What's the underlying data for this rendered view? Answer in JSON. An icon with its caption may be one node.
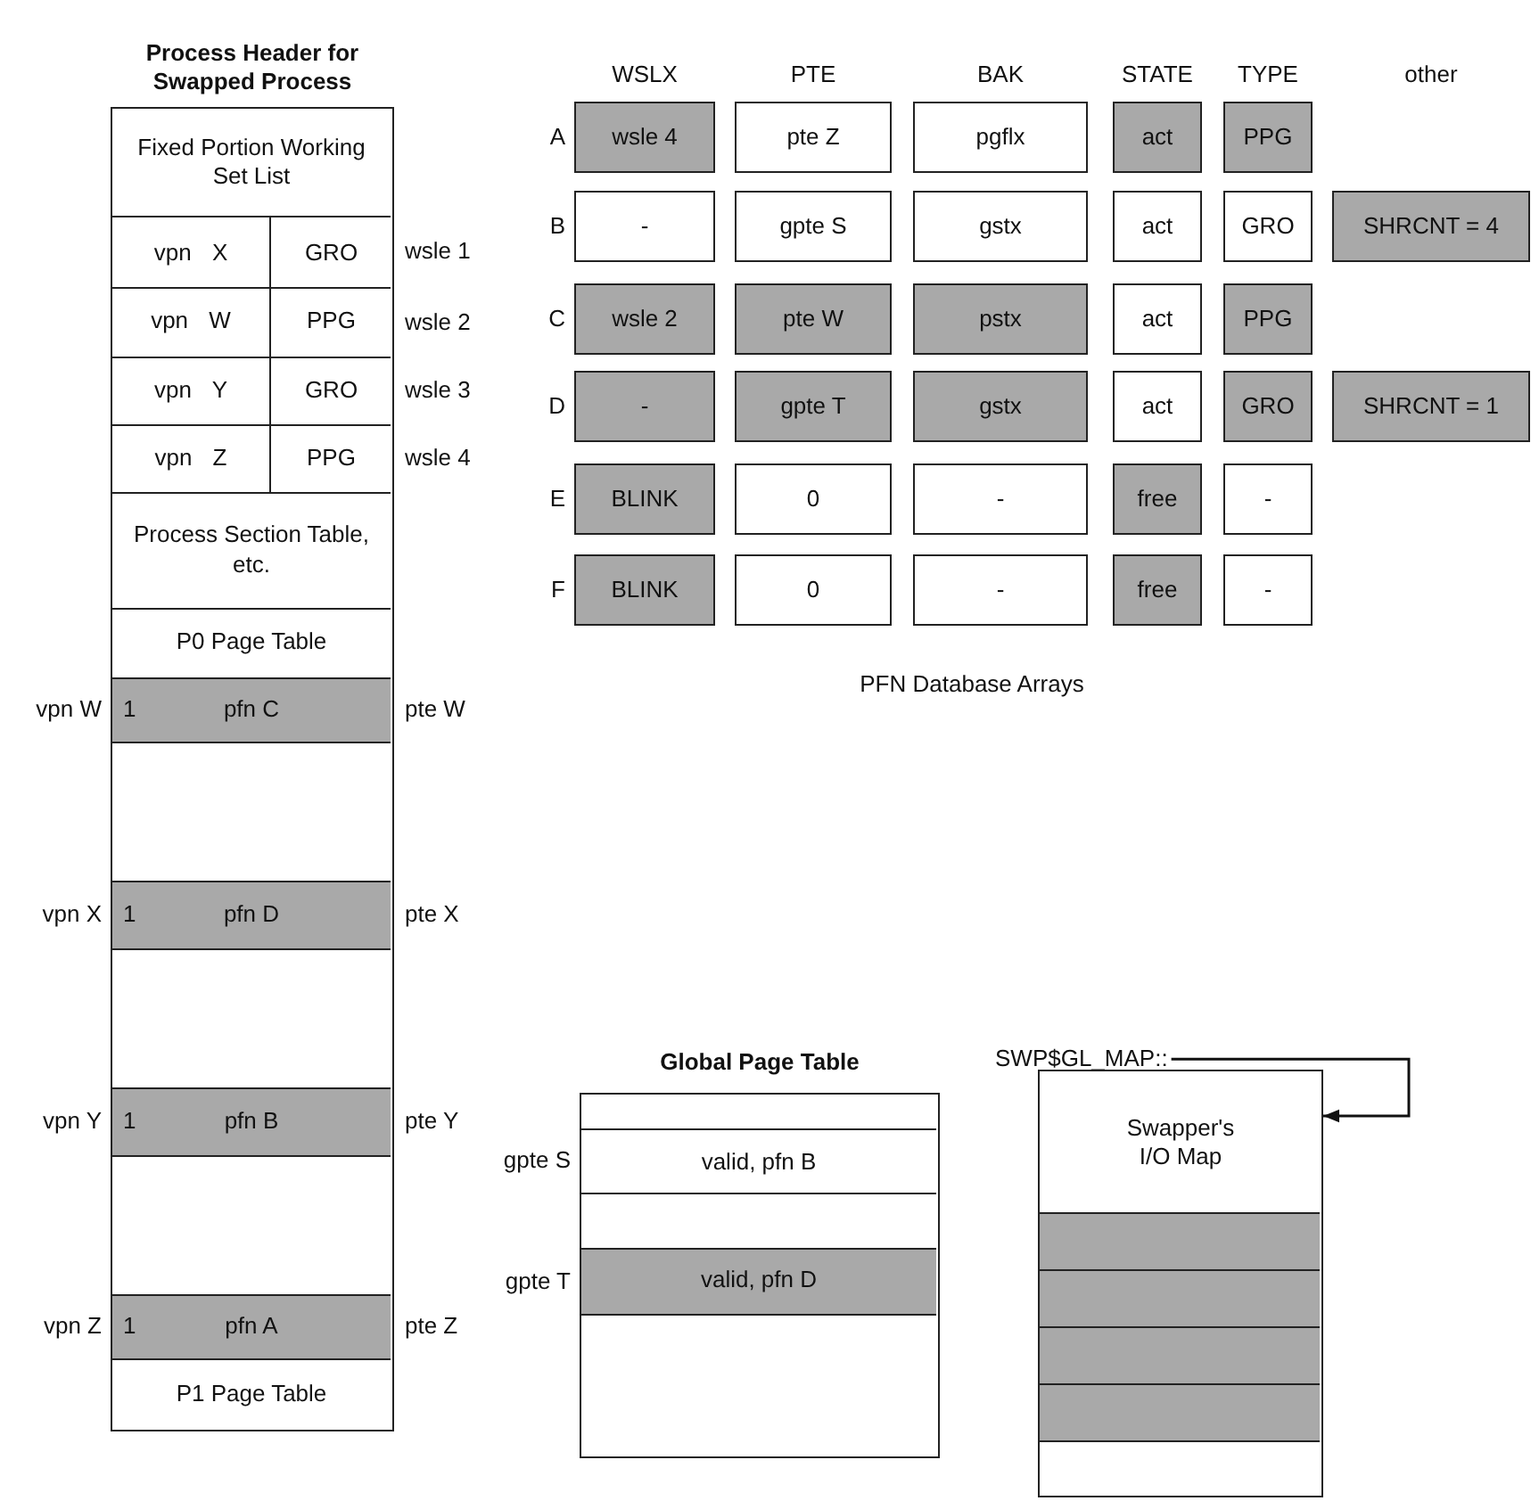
{
  "diagram": {
    "nodes": [
      {
        "text": [
          "Process Header for Swapped Process"
        ]
      },
      {
        "text": [
          "Fixed Portion Working Set List"
        ],
        "in": 0
      },
      {
        "text": [
          "vpn X",
          "GRO"
        ],
        "beside": [
          "wsle 1"
        ],
        "in": 0
      },
      {
        "text": [
          "vpn W",
          "PPG"
        ],
        "beside": [
          "wsle 2"
        ],
        "in": 0
      },
      {
        "text": [
          "vpn Y",
          "GRO"
        ],
        "beside": [
          "wsle 3"
        ],
        "in": 0
      },
      {
        "text": [
          "vpn Z",
          "PPG"
        ],
        "beside": [
          "wsle 4"
        ],
        "in": 0
      },
      {
        "text": [
          "Process Section Table, etc."
        ],
        "in": 0
      },
      {
        "text": [
          "P0 Page Table"
        ],
        "in": 0
      },
      {
        "text": [
          "1",
          "pfn C"
        ],
        "beside": [
          "vpn W",
          "pte W"
        ],
        "in": 0
      },
      {
        "text": [],
        "shape": "box",
        "in": 0
      },
      {
        "text": [
          "1",
          "pfn D"
        ],
        "beside": [
          "vpn X",
          "pte X"
        ],
        "in": 0
      },
      {
        "text": [],
        "shape": "box",
        "in": 0
      },
      {
        "text": [
          "1",
          "pfn B"
        ],
        "beside": [
          "vpn Y",
          "pte Y"
        ],
        "in": 0
      },
      {
        "text": [],
        "shape": "box",
        "in": 0
      },
      {
        "text": [
          "1",
          "pfn A"
        ],
        "beside": [
          "vpn Z",
          "pte Z"
        ],
        "in": 0
      },
      {
        "text": [
          "P1 Page Table"
        ],
        "in": 0
      },
      {
        "text": [
          "wsle 4"
        ],
        "beside": [
          "A"
        ]
      },
      {
        "text": [
          "pte Z"
        ]
      },
      {
        "text": [
          "pgflx"
        ]
      },
      {
        "text": [
          "act"
        ]
      },
      {
        "text": [
          "PPG"
        ]
      },
      {
        "text": [
          "-"
        ],
        "beside": [
          "B"
        ]
      },
      {
        "text": [
          "gpte S"
        ]
      },
      {
        "text": [
          "gstx"
        ]
      },
      {
        "text": [
          "act"
        ]
      },
      {
        "text": [
          "GRO"
        ]
      },
      {
        "text": [
          "SHRCNT = 4"
        ]
      },
      {
        "text": [
          "wsle 2"
        ],
        "beside": [
          "C"
        ]
      },
      {
        "text": [
          "pte W"
        ]
      },
      {
        "text": [
          "pstx"
        ]
      },
      {
        "text": [
          "act"
        ]
      },
      {
        "text": [
          "PPG"
        ]
      },
      {
        "text": [
          "-"
        ],
        "beside": [
          "D"
        ]
      },
      {
        "text": [
          "gpte T"
        ]
      },
      {
        "text": [
          "gstx"
        ]
      },
      {
        "text": [
          "act"
        ]
      },
      {
        "text": [
          "GRO"
        ]
      },
      {
        "text": [
          "SHRCNT = 1"
        ]
      },
      {
        "text": [
          "BLINK"
        ],
        "beside": [
          "E"
        ]
      },
      {
        "text": [
          "0"
        ]
      },
      {
        "text": [
          "-"
        ]
      },
      {
        "text": [
          "free"
        ]
      },
      {
        "text": [
          "-"
        ]
      },
      {
        "text": [
          "BLINK"
        ],
        "beside": [
          "F"
        ]
      },
      {
        "text": [
          "0"
        ]
      },
      {
        "text": [
          "-"
        ]
      },
      {
        "text": [
          "free"
        ]
      },
      {
        "text": [
          "-"
        ]
      },
      {
        "text": [
          "Global Page Table"
        ]
      },
      {
        "text": [],
        "shape": "box",
        "in": 48
      },
      {
        "text": [
          "valid, pfn B"
        ],
        "beside": [
          "gpte S"
        ],
        "in": 48
      },
      {
        "text": [],
        "shape": "box",
        "in": 48
      },
      {
        "text": [
          "valid, pfn D"
        ],
        "beside": [
          "gpte T"
        ],
        "in": 48
      },
      {
        "text": [],
        "shape": "box",
        "in": 48
      },
      {
        "text": [
          "SWP$GL_MAP::"
        ]
      },
      {
        "text": [
          "Swapper's I/O Map"
        ]
      },
      {
        "text": [],
        "shape": "box",
        "in": 55
      },
      {
        "text": [],
        "shape": "box",
        "in": 55
      },
      {
        "text": [],
        "shape": "box",
        "in": 55
      },
      {
        "text": [],
        "shape": "box",
        "in": 55
      },
      {
        "text": [],
        "shape": "box",
        "in": 55
      }
    ],
    "edges": [
      {
        "from": 54,
        "to": 55,
        "arrow": "to"
      }
    ],
    "labels": [
      "WSLX",
      "PTE",
      "BAK",
      "STATE",
      "TYPE",
      "other",
      "PFN Database Arrays"
    ]
  }
}
